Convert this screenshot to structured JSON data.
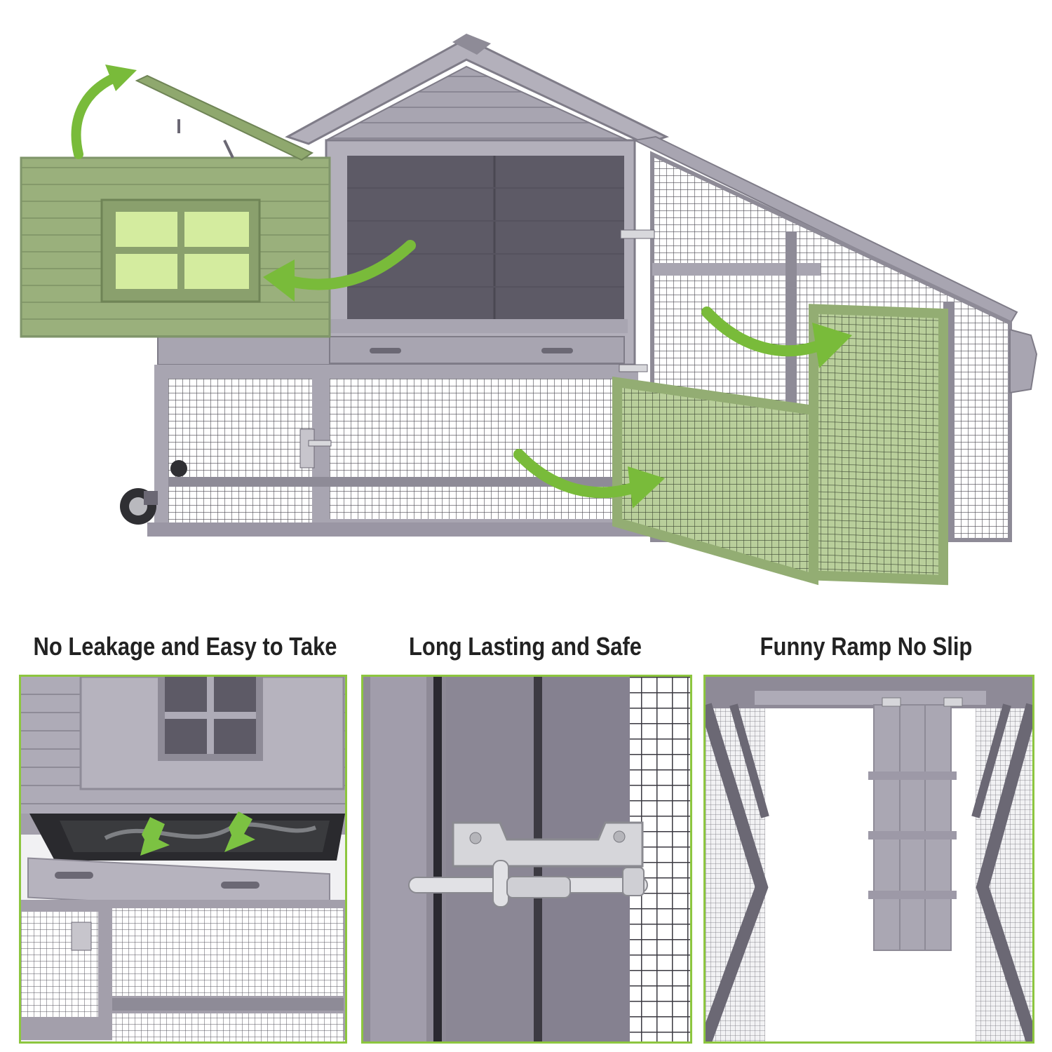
{
  "colors": {
    "accent_green": "#8dc63f",
    "wood_gray": "#9a96a4",
    "dark_gray": "#5d5a66",
    "panel_green": "#9ab07c",
    "arrow_green": "#79bb3a"
  },
  "icons": {
    "arrow": "curved-arrow-icon",
    "latch": "latch-icon"
  },
  "features": [
    {
      "label": "No Leakage and Easy to Take"
    },
    {
      "label": "Long Lasting and Safe"
    },
    {
      "label": "Funny Ramp No Slip"
    }
  ]
}
